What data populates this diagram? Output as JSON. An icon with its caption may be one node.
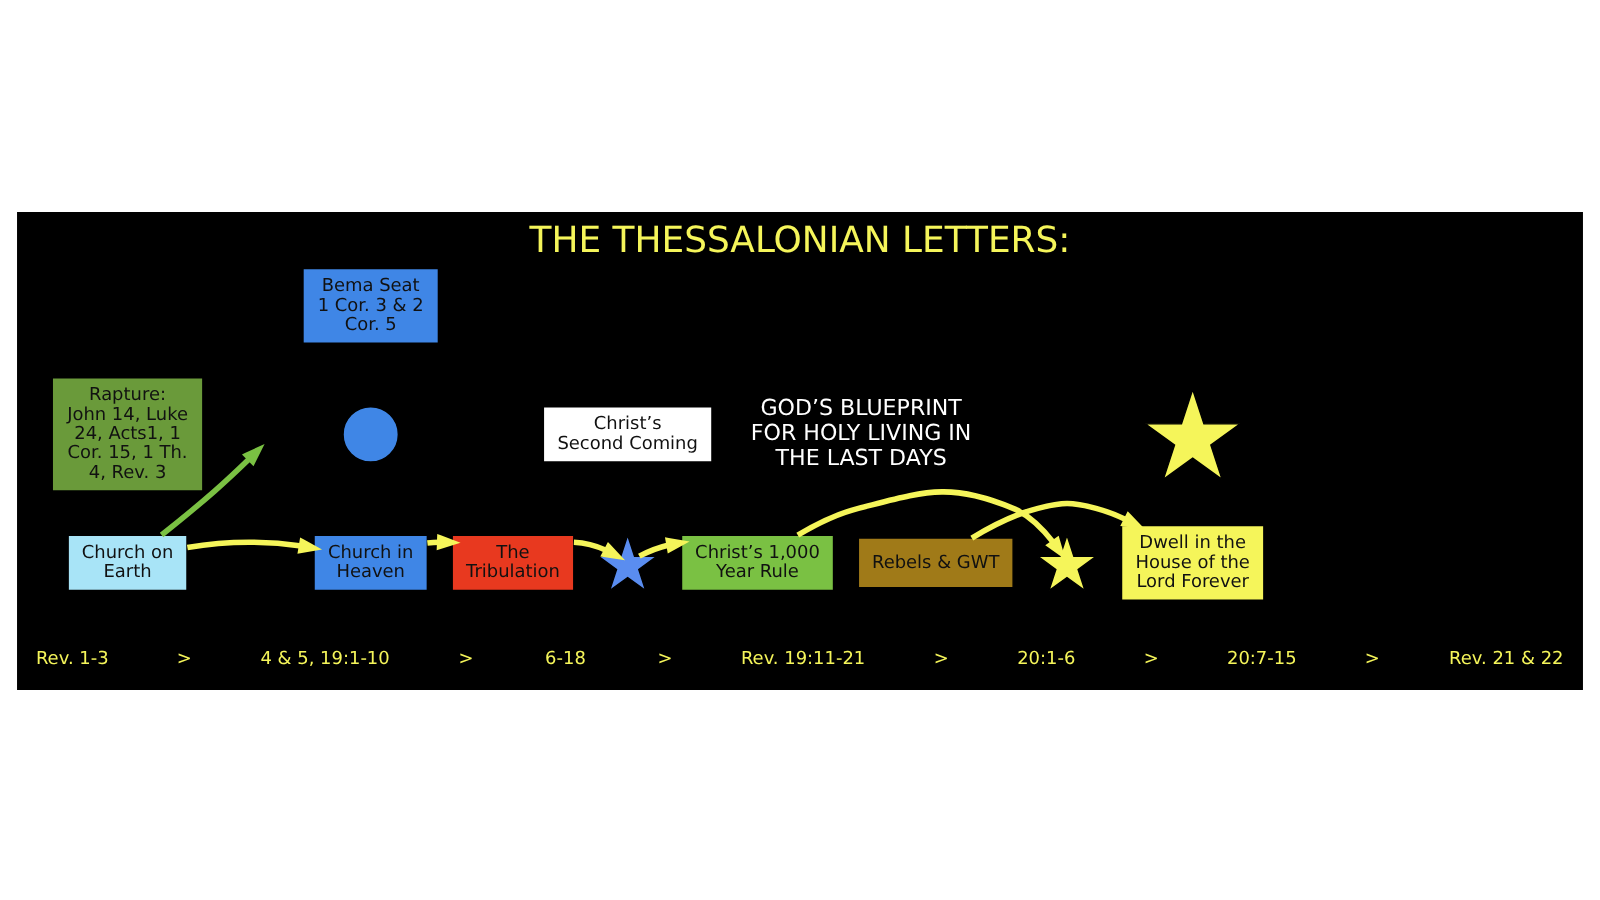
{
  "diagram": {
    "title": "THE THESSALONIAN LETTERS:",
    "nodes": [
      {
        "text": [
          "Church on Earth"
        ]
      },
      {
        "text": [
          "Rapture:",
          "John 14, Luke 24, Acts1, 1 Cor. 15, 1 Th. 4, Rev. 3"
        ]
      },
      {
        "text": [
          "Bema Seat",
          "1 Cor. 3 & 2 Cor. 5"
        ]
      },
      {
        "text": [],
        "shape": "circle"
      },
      {
        "text": [
          "Church in Heaven"
        ]
      },
      {
        "text": [
          "The Tribulation"
        ]
      },
      {
        "text": [
          "Christ’s Second Coming"
        ]
      },
      {
        "text": [],
        "shape": "star"
      },
      {
        "text": [
          "Christ’s 1,000 Year Rule"
        ]
      },
      {
        "text": [
          "Rebels & GWT"
        ]
      },
      {
        "text": [],
        "shape": "star"
      },
      {
        "text": [],
        "shape": "star"
      },
      {
        "text": [
          "Dwell in the House of the Lord Forever"
        ]
      }
    ],
    "edges": [
      {
        "from": 0,
        "to": null,
        "arrow": "to",
        "color": "#7ac143"
      },
      {
        "from": 0,
        "to": 4,
        "arrow": "to"
      },
      {
        "from": 4,
        "to": 5,
        "arrow": "to"
      },
      {
        "from": 5,
        "to": 7,
        "arrow": "to"
      },
      {
        "from": 7,
        "to": 8,
        "arrow": "to"
      },
      {
        "from": 8,
        "to": 10,
        "arrow": "to"
      },
      {
        "from": 9,
        "to": 12,
        "arrow": "to"
      }
    ],
    "labels": [
      "GOD’S BLUEPRINT FOR HOLY LIVING IN THE LAST DAYS",
      "Rev. 1-3",
      ">",
      "4 & 5, 19:1-10",
      ">",
      "6-18",
      ">",
      "Rev. 19:11-21",
      ">",
      "20:1-6",
      ">",
      "20:7-15",
      ">",
      "Rev. 21 & 22"
    ]
  }
}
